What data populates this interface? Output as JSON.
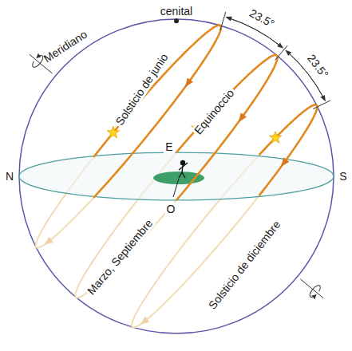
{
  "diagram": {
    "labels": [
      "cenital",
      "Meridiano",
      "23.5°",
      "23.5°",
      "Solsticio de junio",
      "Equinoccio",
      "N",
      "S",
      "E",
      "O",
      "Marzo, Septiembre",
      "Solsticio de diciembre"
    ]
  }
}
